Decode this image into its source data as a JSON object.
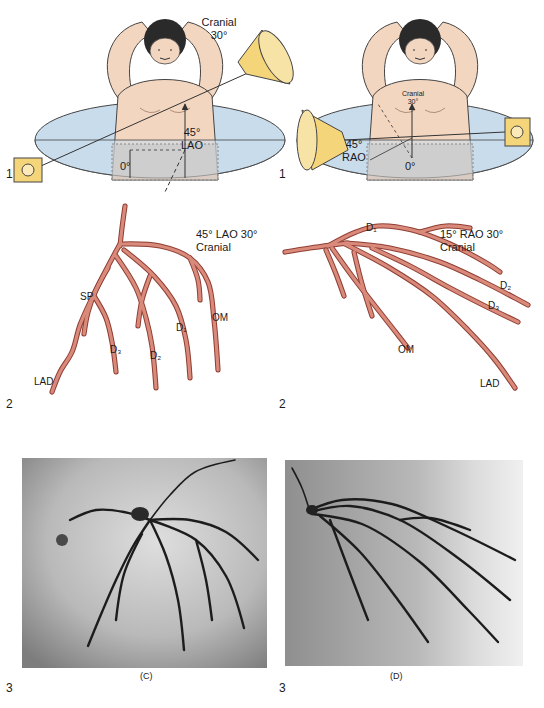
{
  "diagram": {
    "labels": [
      "1",
      "Cranial 30°",
      "45° LAO",
      "0°",
      "1",
      "Cranial 30°",
      "45° RAO",
      "0°",
      "2",
      "45° LAO 30° Cranial",
      "SP",
      "D₁",
      "OM",
      "D₃",
      "D₂",
      "LAD",
      "2",
      "D₁",
      "15° RAO 30° Cranial",
      "D₂",
      "D₃",
      "OM",
      "LAD",
      "3",
      "(C)",
      "3",
      "(D)"
    ]
  }
}
